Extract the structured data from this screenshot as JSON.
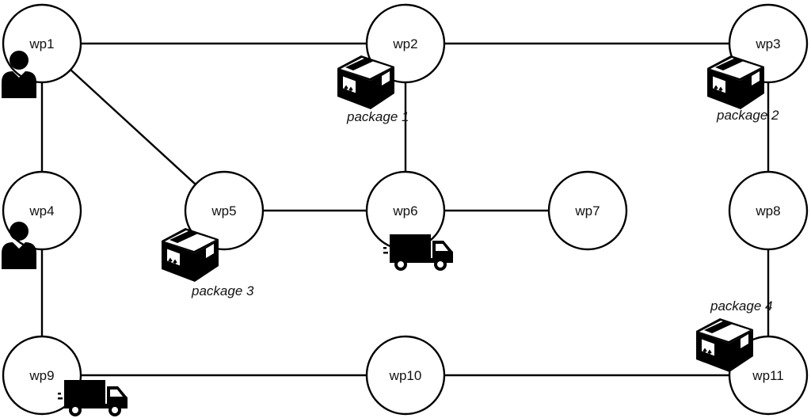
{
  "diagram": {
    "nodes": [
      {
        "id": "wp1",
        "label": "wp1"
      },
      {
        "id": "wp2",
        "label": "wp2"
      },
      {
        "id": "wp3",
        "label": "wp3"
      },
      {
        "id": "wp4",
        "label": "wp4"
      },
      {
        "id": "wp5",
        "label": "wp5"
      },
      {
        "id": "wp6",
        "label": "wp6"
      },
      {
        "id": "wp7",
        "label": "wp7"
      },
      {
        "id": "wp8",
        "label": "wp8"
      },
      {
        "id": "wp9",
        "label": "wp9"
      },
      {
        "id": "wp10",
        "label": "wp10"
      },
      {
        "id": "wp11",
        "label": "wp11"
      }
    ],
    "edges": [
      [
        "wp1",
        "wp2"
      ],
      [
        "wp2",
        "wp3"
      ],
      [
        "wp1",
        "wp4"
      ],
      [
        "wp1",
        "wp5"
      ],
      [
        "wp2",
        "wp6"
      ],
      [
        "wp3",
        "wp8"
      ],
      [
        "wp5",
        "wp6"
      ],
      [
        "wp6",
        "wp7"
      ],
      [
        "wp4",
        "wp9"
      ],
      [
        "wp8",
        "wp11"
      ],
      [
        "wp9",
        "wp10"
      ],
      [
        "wp10",
        "wp11"
      ]
    ],
    "packages": [
      {
        "label": "package 1",
        "location": "wp2"
      },
      {
        "label": "package 2",
        "location": "wp3"
      },
      {
        "label": "package 3",
        "location": "wp5"
      },
      {
        "label": "package 4",
        "location": "wp11"
      }
    ],
    "trucks": [
      {
        "location": "wp6"
      },
      {
        "location": "wp9"
      }
    ],
    "persons": [
      {
        "location": "wp1"
      },
      {
        "location": "wp4"
      }
    ],
    "icons": {
      "package": "package-icon",
      "truck": "truck-icon",
      "person": "person-icon"
    },
    "colors": {
      "stroke": "#000000",
      "fill": "#ffffff"
    }
  }
}
